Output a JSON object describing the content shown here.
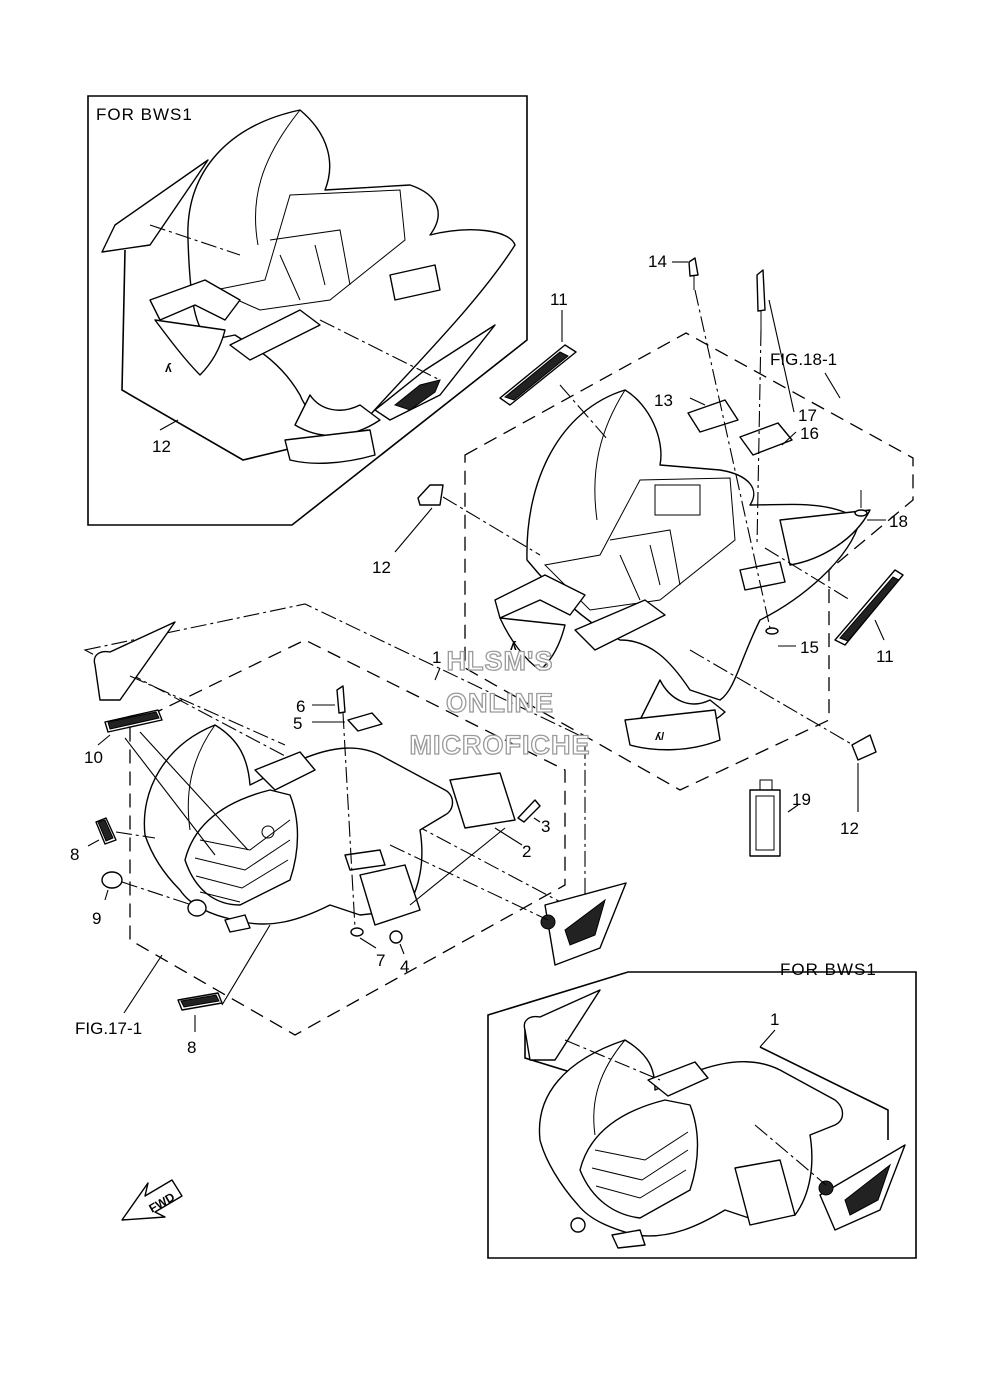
{
  "inset_top": {
    "label": "FOR  BWS1"
  },
  "inset_bottom": {
    "label": "FOR  BWS1"
  },
  "figure_refs": {
    "rear": "FIG.18-1",
    "front": "FIG.17-1"
  },
  "watermark": {
    "line1": "HLSM'S",
    "line2": "ONLINE",
    "line3": "MICROFICHE"
  },
  "fwd_arrow": {
    "label": "FWD"
  },
  "callouts": {
    "c1a": "1",
    "c1b": "1",
    "c2": "2",
    "c3": "3",
    "c4": "4",
    "c5": "5",
    "c6": "6",
    "c7": "7",
    "c8a": "8",
    "c8b": "8",
    "c9": "9",
    "c10": "10",
    "c11a": "11",
    "c11b": "11",
    "c12a": "12",
    "c12b": "12",
    "c12c": "12",
    "c13": "13",
    "c14": "14",
    "c15": "15",
    "c16": "16",
    "c17": "17",
    "c18": "18",
    "c19": "19"
  }
}
